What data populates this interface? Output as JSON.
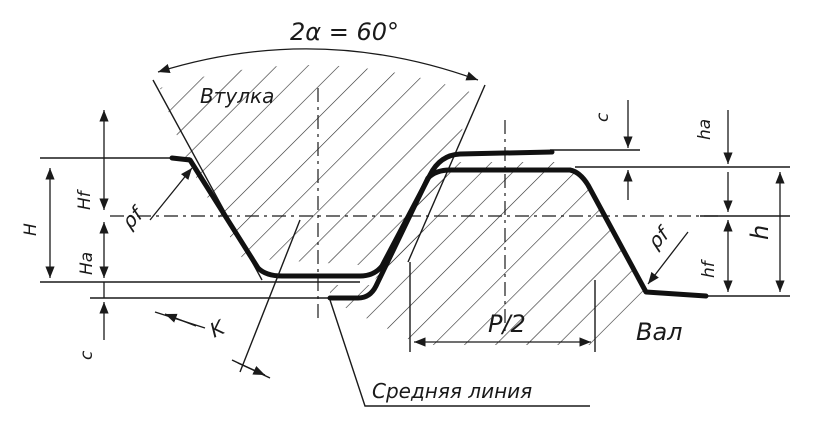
{
  "labels": {
    "angle": "2α = 60°",
    "bushing": "Втулка",
    "shaft": "Вал",
    "mean_line": "Средняя линия",
    "pitch_half": "P/2",
    "H": "H",
    "Hf": "Hf",
    "Ha": "Ha",
    "rho_f_left": "ρf",
    "rho_f_right": "ρf",
    "c_top": "c",
    "c_bottom": "c",
    "ha": "ha",
    "hf": "hf",
    "h": "h",
    "K": "K"
  }
}
